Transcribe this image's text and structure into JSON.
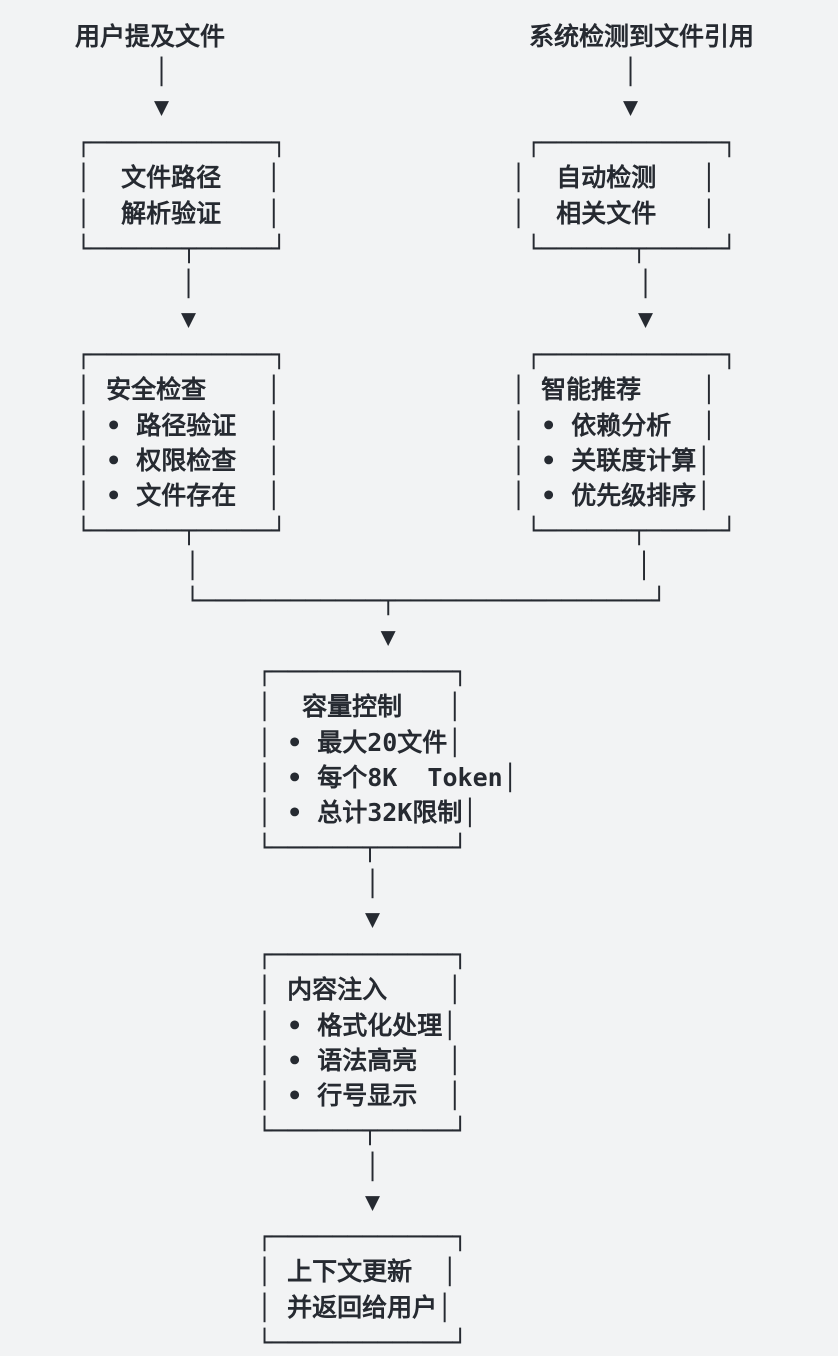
{
  "colors": {
    "background": "#f2f3f4",
    "ink": "#262a31"
  },
  "entry": {
    "user_label": "用户提及文件",
    "system_label": "系统检测到文件引用"
  },
  "connectors": {
    "arrow": [
      "│",
      "▼"
    ],
    "merge": [
      "│                             │",
      "└────────────┬─────────────────┘",
      "             ▼"
    ]
  },
  "boxes": {
    "parse": [
      "┌────────────┐",
      "│  文件路径   │",
      "│  解析验证   │",
      "└──────┬─────┘"
    ],
    "detect": [
      "  ┌────────────┐",
      " │  自动检测   │",
      " │  相关文件   │",
      "  └──────┬─────┘"
    ],
    "security": [
      "┌────────────┐",
      "│ 安全检查    │",
      "│ • 路径验证  │",
      "│ • 权限检查  │",
      "│ • 文件存在  │",
      "└──────┬─────┘"
    ],
    "recommend": [
      "  ┌────────────┐",
      " │ 智能推荐    │",
      " │ • 依赖分析  │",
      " │ • 关联度计算│",
      " │ • 优先级排序│",
      "  └──────┬─────┘"
    ],
    "capacity": [
      "┌────────────┐",
      "│  容量控制   │",
      "│ • 最大20文件│",
      "│ • 每个8K  Token│",
      "│ • 总计32K限制│",
      "└──────┬─────┘"
    ],
    "inject": [
      "┌────────────┐",
      "│ 内容注入    │",
      "│ • 格式化处理│",
      "│ • 语法高亮  │",
      "│ • 行号显示  │",
      "└──────┬─────┘"
    ],
    "update": [
      "┌────────────┐",
      "│ 上下文更新  │",
      "│ 并返回给用户│",
      "└────────────┘"
    ]
  },
  "structure": {
    "branch_left": {
      "entry": "用户提及文件",
      "steps": [
        {
          "title": "文件路径 解析验证",
          "bullets": []
        },
        {
          "title": "安全检查",
          "bullets": [
            "路径验证",
            "权限检查",
            "文件存在"
          ]
        }
      ]
    },
    "branch_right": {
      "entry": "系统检测到文件引用",
      "steps": [
        {
          "title": "自动检测 相关文件",
          "bullets": []
        },
        {
          "title": "智能推荐",
          "bullets": [
            "依赖分析",
            "关联度计算",
            "优先级排序"
          ]
        }
      ]
    },
    "merged_steps": [
      {
        "title": "容量控制",
        "bullets": [
          "最大20文件",
          "每个8K  Token",
          "总计32K限制"
        ]
      },
      {
        "title": "内容注入",
        "bullets": [
          "格式化处理",
          "语法高亮",
          "行号显示"
        ]
      },
      {
        "title": "上下文更新 并返回给用户",
        "bullets": []
      }
    ]
  }
}
